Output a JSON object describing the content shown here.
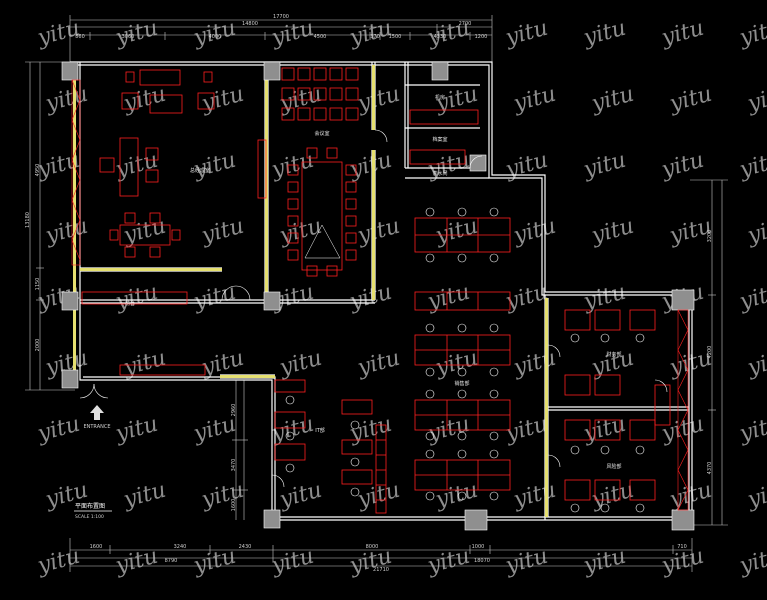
{
  "dimensions": {
    "top_total": "17700",
    "top_sub_a": "14800",
    "top_sub_b": "2700",
    "top_segments": [
      "860",
      "3060",
      "4000",
      "4500",
      "370",
      "1500",
      "4330",
      "1200"
    ],
    "bottom_total": "21710",
    "bottom_sub_a": "8790",
    "bottom_sub_b": "18070",
    "bottom_segments": [
      "1600",
      "3240",
      "2430",
      "8000",
      "1000",
      "710"
    ],
    "left_total": "13180",
    "left_segments": [
      "4950",
      "1150",
      "2000"
    ],
    "right_segments": [
      "3200",
      "4200",
      "4370"
    ],
    "inner_segments": [
      "2960",
      "3470",
      "1600"
    ]
  },
  "rooms": {
    "gm_office": "总经理室",
    "meeting_room": "会议室",
    "reception": "前台",
    "finance": "财务部",
    "it_dept": "IT部",
    "risk_dept": "风险部",
    "sales_dept": "销售部",
    "pantry": "茶水间",
    "entrance": "ENTRANCE",
    "server": "机房",
    "archive": "档案室"
  },
  "title": {
    "main": "平面布置图",
    "scale": "SCALE 1:100"
  },
  "watermark": "yitu",
  "colors": {
    "wall": "#ffffff",
    "furniture": "#ff2020",
    "dimension": "#c8c8c8",
    "wall_fill": "#e6e070",
    "column": "#9a9a9a"
  }
}
